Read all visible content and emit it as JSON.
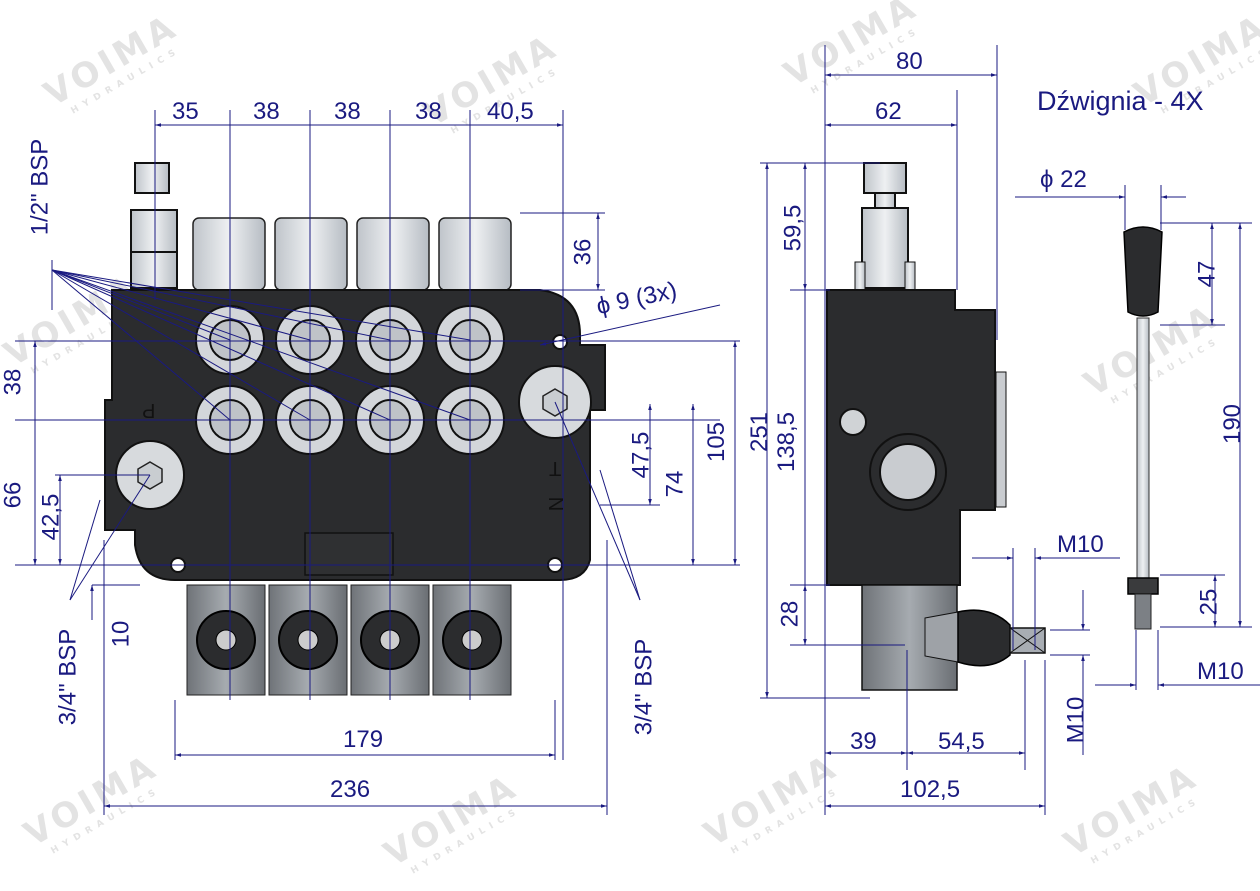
{
  "watermark": {
    "brand": "VOIMA",
    "sub": "HYDRAULICS"
  },
  "colors": {
    "dimension": "#1a1a80",
    "body": "#2b2b2b",
    "steel": "#d2d6db",
    "background": "#ffffff"
  },
  "title": "Dźwignia - 4X",
  "front_view": {
    "top_dims": [
      "35",
      "38",
      "38",
      "38",
      "40,5"
    ],
    "right_dims": {
      "spool_cap": "36",
      "hole": "ϕ 9  (3x)",
      "d47": "47,5",
      "d74": "74",
      "d105": "105",
      "d251": "251"
    },
    "left_dims": {
      "d38": "38",
      "d66": "66",
      "d42": "42,5",
      "d10": "10"
    },
    "bottom_dims": {
      "inner": "179",
      "outer": "236"
    },
    "port_labels": {
      "top_left": "1/2\" BSP",
      "bottom_left": "3/4\" BSP",
      "bottom_right": "3/4\" BSP"
    },
    "body_markings": {
      "p": "P",
      "t": "T",
      "n": "N"
    }
  },
  "side_view": {
    "top_dims": {
      "d80": "80",
      "d62": "62"
    },
    "left_dims": {
      "d59": "59,5",
      "d138": "138,5",
      "d28": "28"
    },
    "thread": {
      "m10_top": "M10",
      "m10_vert": "M10"
    },
    "bottom_dims": {
      "d39": "39",
      "d54": "54,5",
      "d102": "102,5"
    }
  },
  "lever": {
    "diameter": "ϕ 22",
    "knob_height": "47",
    "total_height": "190",
    "thread_length": "25",
    "thread": "M10"
  }
}
